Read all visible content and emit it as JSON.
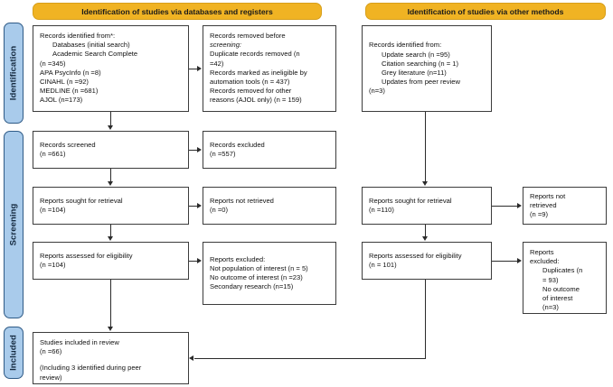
{
  "diagram": {
    "title": "PRISMA 2020 flow diagram",
    "colors": {
      "banner": "#f0b323",
      "rail": "#a9cbeb",
      "rail_border": "#2e5a86",
      "box_border": "#3c3c3c",
      "connector": "#2b2b2b",
      "text": "#111111"
    }
  },
  "banners": {
    "databases": "Identification of studies via databases and registers",
    "other": "Identification of studies via other methods"
  },
  "rails": {
    "identification": "Identification",
    "screening": "Screening",
    "included": "Included"
  },
  "boxes": {
    "records_identified": {
      "name": "records-identified-from",
      "lines": [
        {
          "text": "Records identified from*:",
          "indent": false
        },
        {
          "text": "Databases (initial search)",
          "indent": true
        },
        {
          "text": "Academic Search Complete",
          "indent": true
        },
        {
          "text": "(n =345)",
          "indent": false
        },
        {
          "text": "APA PsycInfo (n =8)",
          "indent": false
        },
        {
          "text": "CINAHL (n =92)",
          "indent": false
        },
        {
          "text": "MEDLINE (n =681)",
          "indent": false
        },
        {
          "text": "AJOL (n=173)",
          "indent": false
        }
      ]
    },
    "records_removed": {
      "name": "records-removed-before-screening",
      "lines": [
        {
          "text": "Records removed before",
          "indent": false
        },
        {
          "text": "screening:",
          "indent": false,
          "italic": true
        },
        {
          "text": "Duplicate records removed (n",
          "indent": false
        },
        {
          "text": "=42)",
          "indent": false
        },
        {
          "text": "Records marked as ineligible by",
          "indent": false
        },
        {
          "text": "automation tools (n = 437)",
          "indent": false
        },
        {
          "text": "Records removed for other",
          "indent": false
        },
        {
          "text": "reasons (AJOL only) (n = 159)",
          "indent": false
        }
      ]
    },
    "records_screened": {
      "name": "records-screened",
      "lines": [
        {
          "text": "Records screened",
          "indent": false
        },
        {
          "text": "(n =661)",
          "indent": false
        }
      ]
    },
    "records_excluded": {
      "name": "records-excluded",
      "lines": [
        {
          "text": "Records excluded",
          "indent": false
        },
        {
          "text": "(n =557)",
          "indent": false
        }
      ]
    },
    "reports_sought_left": {
      "name": "reports-sought-for-retrieval-left",
      "lines": [
        {
          "text": "Reports sought for retrieval",
          "indent": false
        },
        {
          "text": "(n =104)",
          "indent": false
        }
      ]
    },
    "reports_not_retrieved_left": {
      "name": "reports-not-retrieved-left",
      "lines": [
        {
          "text": "Reports not retrieved",
          "indent": false
        },
        {
          "text": "(n =0)",
          "indent": false
        }
      ]
    },
    "reports_assessed_left": {
      "name": "reports-assessed-for-eligibility-left",
      "lines": [
        {
          "text": "Reports assessed for eligibility",
          "indent": false
        },
        {
          "text": "(n =104)",
          "indent": false
        }
      ]
    },
    "reports_excluded_left": {
      "name": "reports-excluded-left",
      "lines": [
        {
          "text": "Reports excluded:",
          "indent": false
        },
        {
          "text": "Not population of interest (n = 5)",
          "indent": false
        },
        {
          "text": "No outcome of interest (n =23)",
          "indent": false
        },
        {
          "text": "Secondary research (n=15)",
          "indent": false
        }
      ]
    },
    "studies_included": {
      "name": "studies-included-in-review",
      "lines": [
        {
          "text": "Studies included in review",
          "indent": false
        },
        {
          "text": "(n =66)",
          "indent": false
        },
        {
          "text": "",
          "indent": false,
          "spacer": true
        },
        {
          "text": "(Including 3 identified during peer",
          "indent": false
        },
        {
          "text": "review)",
          "indent": false
        }
      ]
    },
    "records_identified_other": {
      "name": "records-identified-other-methods",
      "lines": [
        {
          "text": "Records identified from:",
          "indent": false
        },
        {
          "text": "Update search (n =95)",
          "indent": true
        },
        {
          "text": "Citation searching (n = 1)",
          "indent": true
        },
        {
          "text": "Grey literature (n=11)",
          "indent": true
        },
        {
          "text": "Updates from peer review",
          "indent": true
        },
        {
          "text": "(n=3)",
          "indent": false
        }
      ]
    },
    "reports_sought_right": {
      "name": "reports-sought-for-retrieval-right",
      "lines": [
        {
          "text": "Reports sought for retrieval",
          "indent": false
        },
        {
          "text": "(n =110)",
          "indent": false
        }
      ]
    },
    "reports_not_retrieved_right": {
      "name": "reports-not-retrieved-right",
      "lines": [
        {
          "text": "Reports not",
          "indent": false
        },
        {
          "text": "retrieved",
          "indent": false
        },
        {
          "text": "(n =9)",
          "indent": false
        }
      ]
    },
    "reports_assessed_right": {
      "name": "reports-assessed-for-eligibility-right",
      "lines": [
        {
          "text": "Reports assessed for eligibility",
          "indent": false
        },
        {
          "text": "(n = 101)",
          "indent": false
        }
      ]
    },
    "reports_excluded_right": {
      "name": "reports-excluded-right",
      "lines": [
        {
          "text": "Reports",
          "indent": false
        },
        {
          "text": "excluded:",
          "indent": false
        },
        {
          "text": "Duplicates (n",
          "indent": true
        },
        {
          "text": "= 93)",
          "indent": true
        },
        {
          "text": "No outcome",
          "indent": true
        },
        {
          "text": "of interest",
          "indent": true
        },
        {
          "text": "(n=3)",
          "indent": true
        }
      ]
    }
  }
}
